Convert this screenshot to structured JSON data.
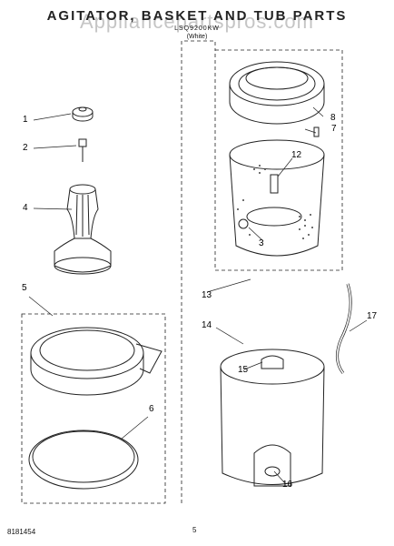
{
  "header": {
    "title": "AGITATOR, BASKET AND TUB PARTS",
    "watermark": "Appliancepartspros.com",
    "model": "LSQ9200KW",
    "variant": "(White)"
  },
  "callouts": [
    "1",
    "2",
    "3",
    "4",
    "5",
    "6",
    "7",
    "8",
    "12",
    "13",
    "14",
    "15",
    "16",
    "17"
  ],
  "footer": {
    "doc_number": "8181454",
    "page_number": "5"
  }
}
